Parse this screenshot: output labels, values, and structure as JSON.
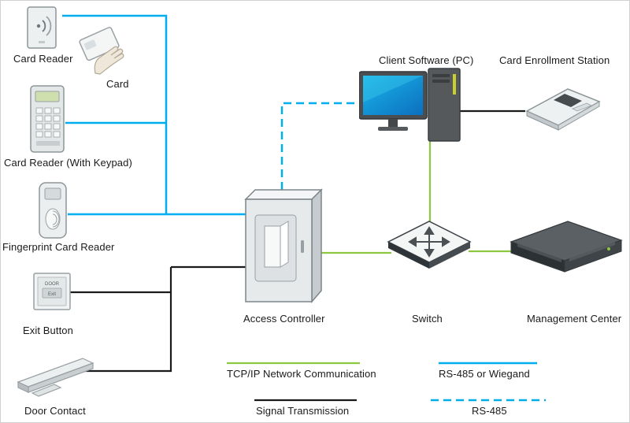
{
  "nodes": {
    "card_reader": {
      "label": "Card Reader"
    },
    "card": {
      "label": "Card"
    },
    "card_reader_keypad": {
      "label": "Card Reader (With Keypad)"
    },
    "fingerprint_reader": {
      "label": "Fingerprint Card Reader"
    },
    "exit_button": {
      "label": "Exit Button",
      "icon_text_top": "DOOR",
      "icon_text_bottom": "Exit"
    },
    "door_contact": {
      "label": "Door Contact"
    },
    "access_controller": {
      "label": "Access Controller"
    },
    "client_pc": {
      "label": "Client Software (PC)"
    },
    "enrollment_station": {
      "label": "Card Enrollment Station"
    },
    "switch": {
      "label": "Switch"
    },
    "management_center": {
      "label": "Management Center"
    }
  },
  "legend": {
    "tcpip": {
      "label": "TCP/IP Network Communication"
    },
    "rs485_wiegand": {
      "label": "RS-485 or Wiegand"
    },
    "signal": {
      "label": "Signal Transmission"
    },
    "rs485": {
      "label": "RS-485"
    }
  },
  "colors": {
    "tcpip": "#8dc63f",
    "rs485": "#00aeef",
    "signal": "#1a1a1a"
  }
}
